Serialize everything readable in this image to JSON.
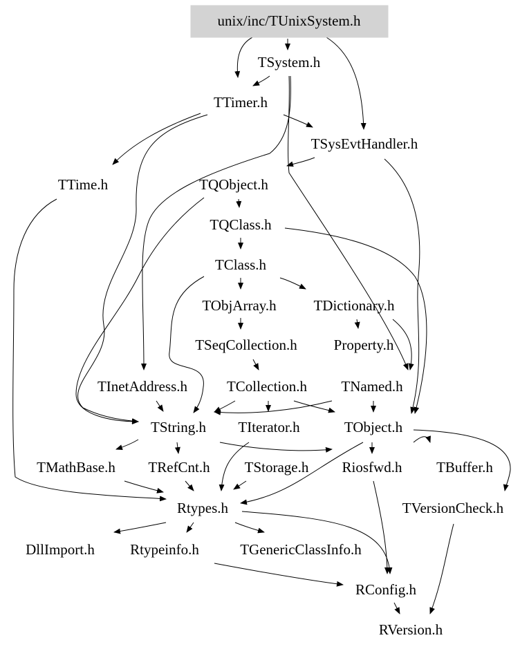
{
  "graph": {
    "root": "unix/inc/TUnixSystem.h",
    "nodes": [
      {
        "id": "root",
        "label": "unix/inc/TUnixSystem.h",
        "highlight": true
      },
      {
        "id": "TSystem",
        "label": "TSystem.h"
      },
      {
        "id": "TTimer",
        "label": "TTimer.h"
      },
      {
        "id": "TSysEvtHandler",
        "label": "TSysEvtHandler.h"
      },
      {
        "id": "TTime",
        "label": "TTime.h"
      },
      {
        "id": "TQObject",
        "label": "TQObject.h"
      },
      {
        "id": "TQClass",
        "label": "TQClass.h"
      },
      {
        "id": "TClass",
        "label": "TClass.h"
      },
      {
        "id": "TObjArray",
        "label": "TObjArray.h"
      },
      {
        "id": "TDictionary",
        "label": "TDictionary.h"
      },
      {
        "id": "TSeqCollection",
        "label": "TSeqCollection.h"
      },
      {
        "id": "Property",
        "label": "Property.h"
      },
      {
        "id": "TInetAddress",
        "label": "TInetAddress.h"
      },
      {
        "id": "TCollection",
        "label": "TCollection.h"
      },
      {
        "id": "TNamed",
        "label": "TNamed.h"
      },
      {
        "id": "TString",
        "label": "TString.h"
      },
      {
        "id": "TIterator",
        "label": "TIterator.h"
      },
      {
        "id": "TObject",
        "label": "TObject.h"
      },
      {
        "id": "TMathBase",
        "label": "TMathBase.h"
      },
      {
        "id": "TRefCnt",
        "label": "TRefCnt.h"
      },
      {
        "id": "TStorage",
        "label": "TStorage.h"
      },
      {
        "id": "Riosfwd",
        "label": "Riosfwd.h"
      },
      {
        "id": "TBuffer",
        "label": "TBuffer.h"
      },
      {
        "id": "Rtypes",
        "label": "Rtypes.h"
      },
      {
        "id": "TVersionCheck",
        "label": "TVersionCheck.h"
      },
      {
        "id": "DllImport",
        "label": "DllImport.h"
      },
      {
        "id": "Rtypeinfo",
        "label": "Rtypeinfo.h"
      },
      {
        "id": "TGenericClassInfo",
        "label": "TGenericClassInfo.h"
      },
      {
        "id": "RConfig",
        "label": "RConfig.h"
      },
      {
        "id": "RVersion",
        "label": "RVersion.h"
      }
    ],
    "edges": [
      [
        "root",
        "TSystem"
      ],
      [
        "root",
        "TTimer"
      ],
      [
        "root",
        "TSysEvtHandler"
      ],
      [
        "TSystem",
        "TTimer"
      ],
      [
        "TSystem",
        "TNamed"
      ],
      [
        "TSystem",
        "TInetAddress"
      ],
      [
        "TTimer",
        "TSysEvtHandler"
      ],
      [
        "TTimer",
        "TTime"
      ],
      [
        "TTimer",
        "TString"
      ],
      [
        "TSysEvtHandler",
        "TQObject"
      ],
      [
        "TSysEvtHandler",
        "TObject"
      ],
      [
        "TTime",
        "Rtypes"
      ],
      [
        "TQObject",
        "TQClass"
      ],
      [
        "TQObject",
        "TString"
      ],
      [
        "TQClass",
        "TClass"
      ],
      [
        "TQClass",
        "TObject"
      ],
      [
        "TClass",
        "TObjArray"
      ],
      [
        "TClass",
        "TDictionary"
      ],
      [
        "TClass",
        "TString"
      ],
      [
        "TObjArray",
        "TSeqCollection"
      ],
      [
        "TDictionary",
        "Property"
      ],
      [
        "TDictionary",
        "TNamed"
      ],
      [
        "TSeqCollection",
        "TCollection"
      ],
      [
        "TInetAddress",
        "TString"
      ],
      [
        "TCollection",
        "TString"
      ],
      [
        "TCollection",
        "TIterator"
      ],
      [
        "TCollection",
        "TObject"
      ],
      [
        "TNamed",
        "TString"
      ],
      [
        "TNamed",
        "TObject"
      ],
      [
        "TString",
        "TMathBase"
      ],
      [
        "TString",
        "TRefCnt"
      ],
      [
        "TString",
        "Riosfwd"
      ],
      [
        "TObject",
        "Rtypes"
      ],
      [
        "TObject",
        "Riosfwd"
      ],
      [
        "TObject",
        "TBuffer"
      ],
      [
        "TObject",
        "TVersionCheck"
      ],
      [
        "TMathBase",
        "Rtypes"
      ],
      [
        "TRefCnt",
        "Rtypes"
      ],
      [
        "TStorage",
        "Rtypes"
      ],
      [
        "TIterator",
        "Rtypes"
      ],
      [
        "Riosfwd",
        "RConfig"
      ],
      [
        "Rtypes",
        "DllImport"
      ],
      [
        "Rtypes",
        "Rtypeinfo"
      ],
      [
        "Rtypes",
        "TGenericClassInfo"
      ],
      [
        "Rtypes",
        "RConfig"
      ],
      [
        "Rtypeinfo",
        "RConfig"
      ],
      [
        "RConfig",
        "RVersion"
      ],
      [
        "TVersionCheck",
        "RVersion"
      ]
    ]
  }
}
